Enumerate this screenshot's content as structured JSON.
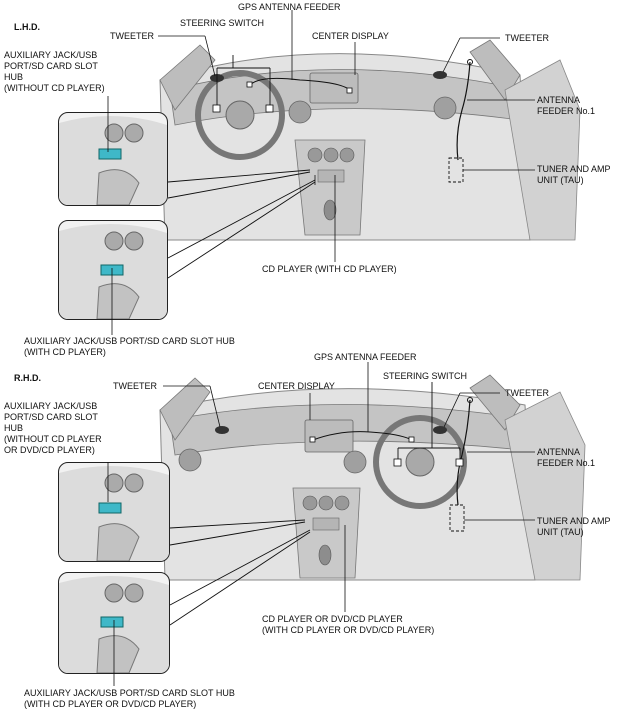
{
  "lhd": {
    "section_title": "L.H.D.",
    "labels": {
      "tweeter_left": "TWEETER",
      "steering_switch": "STEERING SWITCH",
      "gps_antenna_feeder": "GPS ANTENNA FEEDER",
      "center_display": "CENTER DISPLAY",
      "tweeter_right": "TWEETER",
      "aux_hub_without_cd": "AUXILIARY JACK/USB\nPORT/SD CARD SLOT\nHUB\n(WITHOUT CD PLAYER)",
      "antenna_feeder": "ANTENNA\nFEEDER No.1",
      "tuner_amp": "TUNER AND AMP\nUNIT (TAU)",
      "cd_player": "CD PLAYER (WITH CD PLAYER)",
      "aux_hub_with_cd": "AUXILIARY JACK/USB PORT/SD CARD SLOT HUB\n(WITH CD PLAYER)"
    }
  },
  "rhd": {
    "section_title": "R.H.D.",
    "labels": {
      "gps_antenna_feeder": "GPS ANTENNA FEEDER",
      "tweeter_left": "TWEETER",
      "center_display": "CENTER DISPLAY",
      "steering_switch": "STEERING SWITCH",
      "tweeter_right": "TWEETER",
      "aux_hub_without_cd": "AUXILIARY JACK/USB\nPORT/SD CARD SLOT\nHUB\n(WITHOUT CD PLAYER\nOR DVD/CD PLAYER)",
      "antenna_feeder": "ANTENNA\nFEEDER No.1",
      "tuner_amp": "TUNER AND AMP\nUNIT (TAU)",
      "cd_player": "CD PLAYER OR DVD/CD PLAYER\n(WITH CD PLAYER OR DVD/CD PLAYER)",
      "aux_hub_with_cd": "AUXILIARY JACK/USB PORT/SD CARD SLOT HUB\n(WITH CD PLAYER OR DVD/CD PLAYER)"
    }
  },
  "colors": {
    "dash_fill": "#cfcfcf",
    "dash_dark": "#9a9a9a",
    "highlight_cyan": "#3fb8c8",
    "line": "#111111"
  }
}
